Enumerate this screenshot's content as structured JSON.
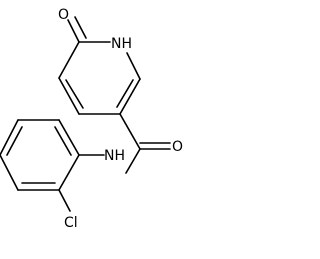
{
  "atoms": [
    {
      "id": "O1",
      "label": "O"
    },
    {
      "id": "N1",
      "label": "NH"
    },
    {
      "id": "O2",
      "label": "O"
    },
    {
      "id": "N2",
      "label": "NH"
    },
    {
      "id": "Cl",
      "label": "Cl"
    }
  ],
  "colors": {
    "bond": "#000000",
    "text": "#000000",
    "background": "#ffffff"
  }
}
